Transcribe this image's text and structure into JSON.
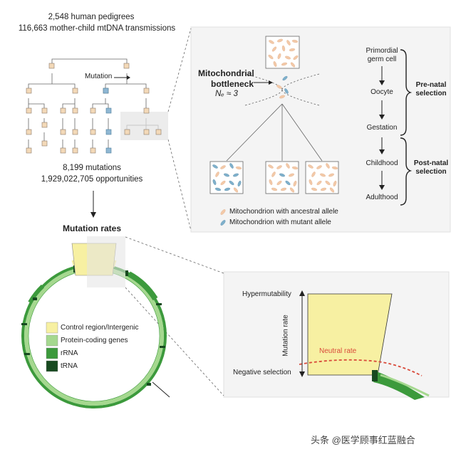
{
  "pedigree": {
    "stat_line1": "2,548 human pedigrees",
    "stat_line2": "116,663 mother-child mtDNA transmissions",
    "mutation_label": "Mutation",
    "mut_line1": "8,199 mutations",
    "mut_line2": "1,929,022,705 opportunities"
  },
  "bottleneck": {
    "title_line1": "Mitochondrial",
    "title_line2": "bottleneck",
    "ne": "Nₑ ≈ 3",
    "legend_ancestral": "Mitochondrion with ancestral allele",
    "legend_mutant": "Mitochondrion with mutant allele"
  },
  "stages": [
    "Primordial germ cell",
    "Oocyte",
    "Gestation",
    "Childhood",
    "Adulthood"
  ],
  "selection": {
    "prenatal": "Pre-natal selection",
    "postnatal": "Post-natal selection"
  },
  "mutation_rates": {
    "title": "Mutation rates",
    "legend": [
      {
        "label": "Control region/Intergenic",
        "color": "#f7f0a2"
      },
      {
        "label": "Protein-coding genes",
        "color": "#a5d88f"
      },
      {
        "label": "rRNA",
        "color": "#3c9a3c"
      },
      {
        "label": "tRNA",
        "color": "#174a20"
      }
    ]
  },
  "inset": {
    "hypermutability": "Hypermutability",
    "axis_label": "Mutation rate",
    "neutral_rate": "Neutral rate",
    "negative_selection": "Negative selection"
  },
  "watermark": "头条 @医学顾事红蓝融合",
  "colors": {
    "ancestral": "#f3c9a8",
    "mutant": "#7fb1cc",
    "neutral_line": "#d94a3a",
    "node_fill": "#f3d9b8",
    "node_mutant": "#8fb7d3",
    "panel_bg": "#f4f4f4"
  }
}
